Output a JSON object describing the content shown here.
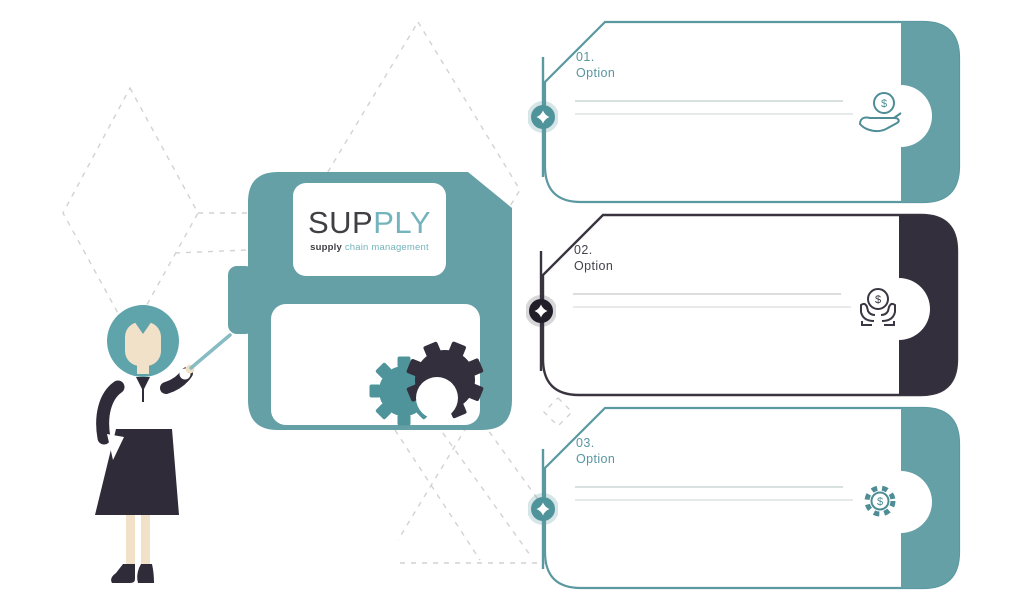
{
  "emblem": {
    "title_dark": "SUP",
    "title_teal": "PLY",
    "subtitle_dark": "supply",
    "subtitle_teal": "chain management"
  },
  "cards": [
    {
      "number": "01.",
      "label": "Option",
      "icon": "hand-coin-icon"
    },
    {
      "number": "02.",
      "label": "Option",
      "icon": "hands-coin-icon"
    },
    {
      "number": "03.",
      "label": "Option",
      "icon": "gear-dollar-icon"
    }
  ],
  "icons": {
    "coin_symbol": "$",
    "connector": "four-point-star"
  },
  "colors": {
    "teal": "#66a0a7",
    "teal_text": "#58969f",
    "teal_stroke": "#5b99a1",
    "dark": "#332f3d",
    "dark_text": "#45414d",
    "skin": "#f0e1c8",
    "hair_teal": "#5ea4aa",
    "dashed_line": "#d2d2d2",
    "placeholder_line": "#dfe3e4",
    "background": "#ffffff"
  }
}
